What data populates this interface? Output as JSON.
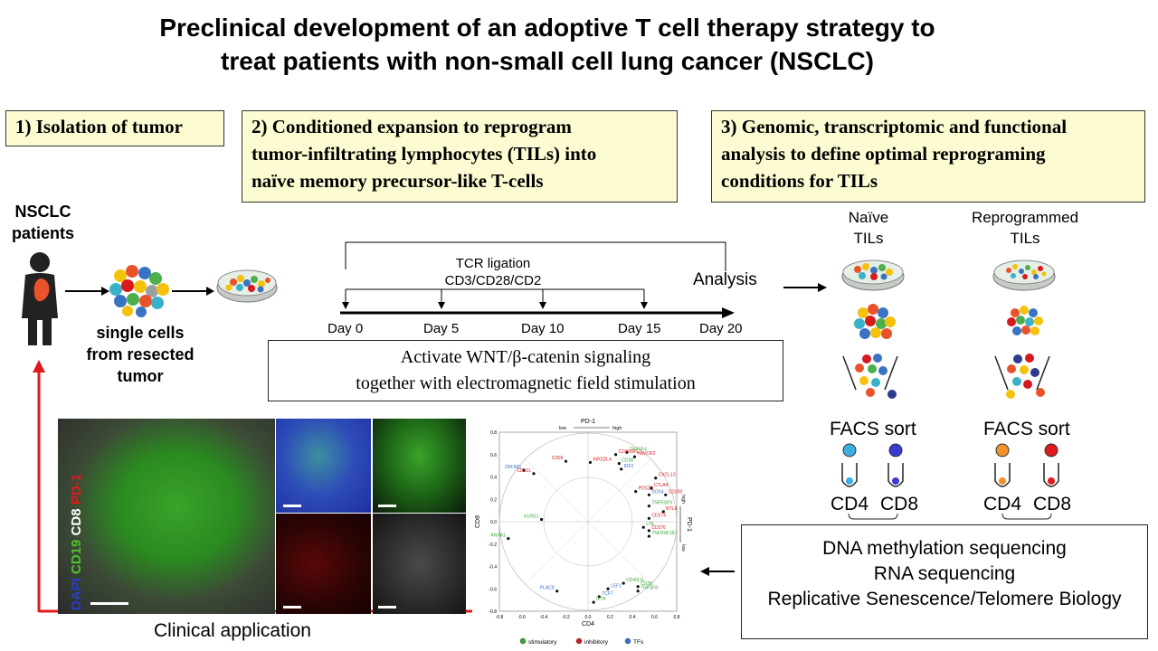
{
  "title": {
    "line1": "Preclinical development of an adoptive T cell therapy strategy to",
    "line2": "treat patients with non-small cell lung cancer (NSCLC)"
  },
  "steps": {
    "step1": "1) Isolation of  tumor",
    "step2_l1": "2) Conditioned expansion to reprogram",
    "step2_l2": "tumor-infiltrating lymphocytes (TILs) into",
    "step2_l3": "naïve memory precursor-like T-cells",
    "step3_l1": "3) Genomic, transcriptomic and functional",
    "step3_l2": "analysis to define optimal reprograming",
    "step3_l3": "conditions for TILs"
  },
  "patients": {
    "label_l1": "NSCLC",
    "label_l2": "patients",
    "cells_l1": "single cells",
    "cells_l2": "from resected",
    "cells_l3": "tumor"
  },
  "timeline": {
    "tcr_l1": "TCR ligation",
    "tcr_l2": "CD3/CD28/CD2",
    "analysis": "Analysis",
    "days": [
      "Day 0",
      "Day 5",
      "Day 10",
      "Day 15",
      "Day 20"
    ]
  },
  "activate": {
    "line1": "Activate WNT/β-catenin signaling",
    "line2": "together with electromagnetic field stimulation"
  },
  "groups": {
    "naive_l1": "Naïve",
    "naive_l2": "TILs",
    "repro_l1": "Reprogrammed",
    "repro_l2": "TILs",
    "facs": "FACS sort",
    "cd4": "CD4",
    "cd8": "CD8"
  },
  "analysis_box": {
    "line1": "DNA methylation sequencing",
    "line2": "RNA sequencing",
    "line3": "Replicative Senescence/Telomere Biology"
  },
  "clinical": "Clinical application",
  "micro_labels": {
    "dapi": "DAPI",
    "cd19": "CD19",
    "cd8": "CD8",
    "pd1": "PD-1"
  },
  "colors": {
    "yellow_box": "#fdfbd2",
    "red_arrow": "#e0191c",
    "stimulatory": "#3aa635",
    "inhibitory": "#d7191c",
    "tfs": "#3b73c4",
    "dapi": "#2a3dc8",
    "cd19": "#4cc22c",
    "pd1": "#e01a1a"
  },
  "chart_data": {
    "type": "scatter",
    "title": "",
    "xlabel": "CD4",
    "ylabel": "CD8",
    "top_axis_label": "PD-1",
    "top_low": "low",
    "top_high": "high",
    "right_axis_label": "PD-1",
    "right_low": "low",
    "right_high": "high",
    "xlim": [
      -0.8,
      0.8
    ],
    "ylim": [
      -0.8,
      0.8
    ],
    "xticks": [
      "-0.8",
      "-0.6",
      "-0.4",
      "-0.2",
      "0.0",
      "0.2",
      "0.4",
      "0.6",
      "0.8"
    ],
    "yticks": [
      "0.8",
      "0.6",
      "0.4",
      "0.2",
      "0.0",
      "-0.2",
      "-0.4",
      "-0.6",
      "-0.8"
    ],
    "legend": [
      "stimulatory",
      "inhibitory",
      "TFs"
    ],
    "legend_position": "bottom",
    "points": [
      {
        "label": "TNFSF4",
        "x": 0.35,
        "y": 0.62,
        "group": "stimulatory"
      },
      {
        "label": "CD200R1",
        "x": 0.25,
        "y": 0.6,
        "group": "inhibitory"
      },
      {
        "label": "HAVCR2",
        "x": 0.42,
        "y": 0.58,
        "group": "inhibitory"
      },
      {
        "label": "CD96",
        "x": -0.2,
        "y": 0.54,
        "group": "inhibitory"
      },
      {
        "label": "KIR2DL4",
        "x": 0.02,
        "y": 0.53,
        "group": "inhibitory"
      },
      {
        "label": "CD38",
        "x": 0.28,
        "y": 0.52,
        "group": "stimulatory"
      },
      {
        "label": "IRF2",
        "x": 0.3,
        "y": 0.47,
        "group": "TFs"
      },
      {
        "label": "ZNF683",
        "x": -0.58,
        "y": 0.46,
        "group": "TFs"
      },
      {
        "label": "CD101",
        "x": -0.49,
        "y": 0.43,
        "group": "inhibitory"
      },
      {
        "label": "CXCL13",
        "x": 0.61,
        "y": 0.39,
        "group": "inhibitory"
      },
      {
        "label": "PDCD1",
        "x": 0.43,
        "y": 0.27,
        "group": "inhibitory"
      },
      {
        "label": "CTLA4",
        "x": 0.57,
        "y": 0.3,
        "group": "inhibitory"
      },
      {
        "label": "SOX4",
        "x": 0.55,
        "y": 0.24,
        "group": "TFs"
      },
      {
        "label": "CD200",
        "x": 0.7,
        "y": 0.24,
        "group": "inhibitory"
      },
      {
        "label": "TNFRSF9",
        "x": 0.55,
        "y": 0.14,
        "group": "stimulatory"
      },
      {
        "label": "BTLA",
        "x": 0.68,
        "y": 0.09,
        "group": "inhibitory"
      },
      {
        "label": "CD274",
        "x": 0.55,
        "y": 0.03,
        "group": "inhibitory"
      },
      {
        "label": "LTA",
        "x": 0.5,
        "y": -0.05,
        "group": "stimulatory"
      },
      {
        "label": "CD276",
        "x": 0.55,
        "y": -0.08,
        "group": "inhibitory"
      },
      {
        "label": "TNFRSF18",
        "x": 0.55,
        "y": -0.13,
        "group": "stimulatory"
      },
      {
        "label": "KLRG1",
        "x": -0.42,
        "y": 0.02,
        "group": "stimulatory"
      },
      {
        "label": "ANXA1",
        "x": -0.72,
        "y": -0.15,
        "group": "stimulatory"
      },
      {
        "label": "CD40LG",
        "x": 0.32,
        "y": -0.55,
        "group": "stimulatory"
      },
      {
        "label": "CD28",
        "x": 0.45,
        "y": -0.58,
        "group": "stimulatory"
      },
      {
        "label": "LEF1",
        "x": 0.18,
        "y": -0.6,
        "group": "TFs"
      },
      {
        "label": "TNFSF8",
        "x": 0.45,
        "y": -0.62,
        "group": "stimulatory"
      },
      {
        "label": "PLAC8",
        "x": -0.28,
        "y": -0.62,
        "group": "TFs"
      },
      {
        "label": "TCF7",
        "x": 0.1,
        "y": -0.67,
        "group": "TFs"
      },
      {
        "label": "IL7R",
        "x": 0.05,
        "y": -0.72,
        "group": "stimulatory"
      }
    ]
  }
}
